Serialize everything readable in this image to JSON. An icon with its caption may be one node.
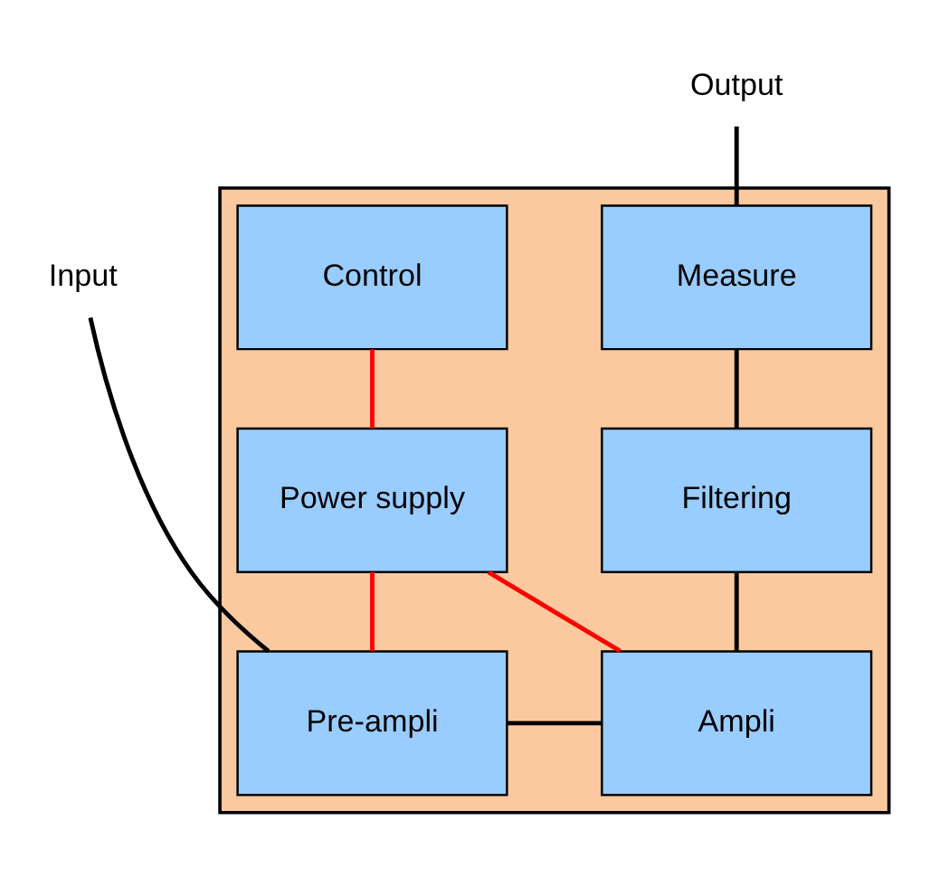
{
  "diagram": {
    "nodes": [
      {
        "text": [],
        "shape": "box"
      },
      {
        "text": [
          "Control"
        ],
        "in": 0
      },
      {
        "text": [
          "Measure"
        ],
        "in": 0
      },
      {
        "text": [
          "Power supply"
        ],
        "in": 0
      },
      {
        "text": [
          "Filtering"
        ],
        "in": 0
      },
      {
        "text": [
          "Pre-ampli"
        ],
        "in": 0
      },
      {
        "text": [
          "Ampli"
        ],
        "in": 0
      },
      {
        "text": [
          "Input"
        ]
      },
      {
        "text": [
          "Output"
        ]
      }
    ],
    "edges": [
      {
        "from": 8,
        "to": 2,
        "arrow": "none"
      },
      {
        "from": 1,
        "to": 3,
        "arrow": "none",
        "color": "#ff0000"
      },
      {
        "from": 2,
        "to": 4,
        "arrow": "none"
      },
      {
        "from": 3,
        "to": 5,
        "arrow": "none",
        "color": "#ff0000"
      },
      {
        "from": 3,
        "to": 6,
        "arrow": "none",
        "color": "#ff0000"
      },
      {
        "from": 4,
        "to": 6,
        "arrow": "none"
      },
      {
        "from": 7,
        "to": 5,
        "arrow": "none"
      },
      {
        "from": 5,
        "to": 6,
        "arrow": "none"
      }
    ]
  }
}
